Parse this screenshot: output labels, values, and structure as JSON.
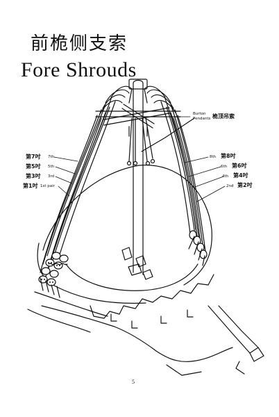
{
  "title": {
    "chinese": "前桅侧支索",
    "english": "Fore Shrouds"
  },
  "top_right": {
    "burton_en": "Burton\nPendants",
    "burton_en_line1": "Burton",
    "burton_en_line2": "Pendants",
    "burton_cn": "桅顶吊索"
  },
  "left_labels": [
    {
      "cn": "第7吋",
      "en": "7th"
    },
    {
      "cn": "第5吋",
      "en": "5th"
    },
    {
      "cn": "第3吋",
      "en": "3rd"
    },
    {
      "cn": "第1吋",
      "en": "1st pair"
    }
  ],
  "right_labels": [
    {
      "en": "8th",
      "cn": "第8吋"
    },
    {
      "en": "6th",
      "cn": "第6吋"
    },
    {
      "en": "4th",
      "cn": "第4吋"
    },
    {
      "en": "2nd",
      "cn": "第2吋"
    }
  ],
  "page_number": "5"
}
